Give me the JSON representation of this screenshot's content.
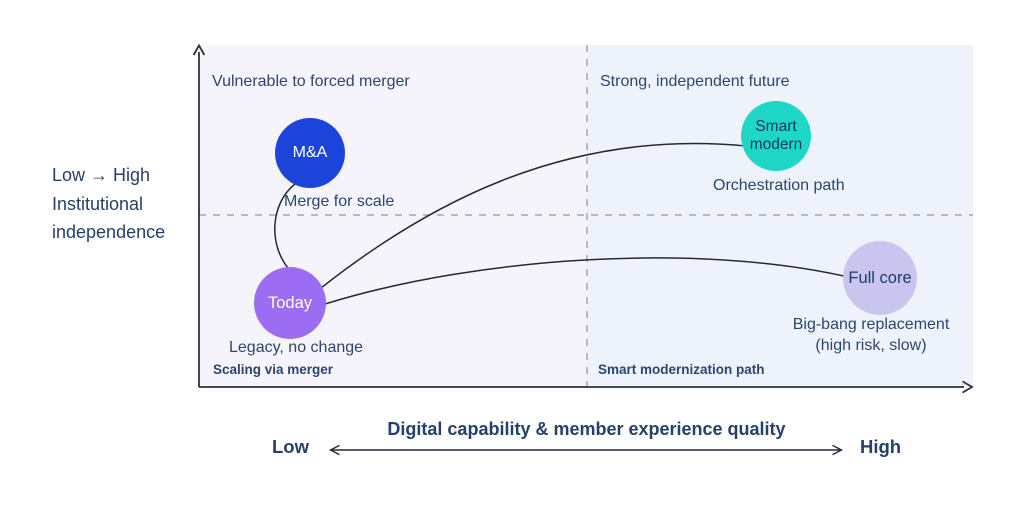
{
  "y_axis": {
    "label_lines": [
      "Low → High",
      "Institutional",
      "independence"
    ]
  },
  "x_axis": {
    "title": "Digital capability & member experience quality",
    "min_label": "Low",
    "max_label": "High"
  },
  "quadrants": {
    "top_left_caption": "Vulnerable to forced merger",
    "top_right_caption": "Strong, independent future",
    "bottom_left_footer": "Scaling via merger",
    "bottom_right_footer": "Smart modernization path"
  },
  "nodes": {
    "today": {
      "label": "Today",
      "caption": "Legacy, no change",
      "color": "#9c6df2",
      "text_color": "#ffffff"
    },
    "ma": {
      "label": "M&A",
      "caption": "Merge for scale",
      "color": "#1d44da",
      "text_color": "#ffffff"
    },
    "smart_modern": {
      "label_lines": [
        "Smart",
        "modern"
      ],
      "caption": "Orchestration path",
      "color": "#1fd7c9",
      "text_color": "#17395f"
    },
    "full_core": {
      "label": "Full core",
      "caption_lines": [
        "Big-bang replacement",
        "(high risk, slow)"
      ],
      "color": "#c9c5ef",
      "text_color": "#1d3c6d"
    }
  },
  "connectors": [
    {
      "from": "today",
      "to": "ma"
    },
    {
      "from": "today",
      "to": "smart_modern"
    },
    {
      "from": "today",
      "to": "full_core"
    }
  ],
  "style_colors": {
    "left_half_bg": "#f5f4fa",
    "right_half_bg": "#eef3fb",
    "axis": "#2c3040",
    "dashed_divider": "#a0a6b1",
    "connector": "#23293a",
    "text_navy": "#2b4671"
  }
}
